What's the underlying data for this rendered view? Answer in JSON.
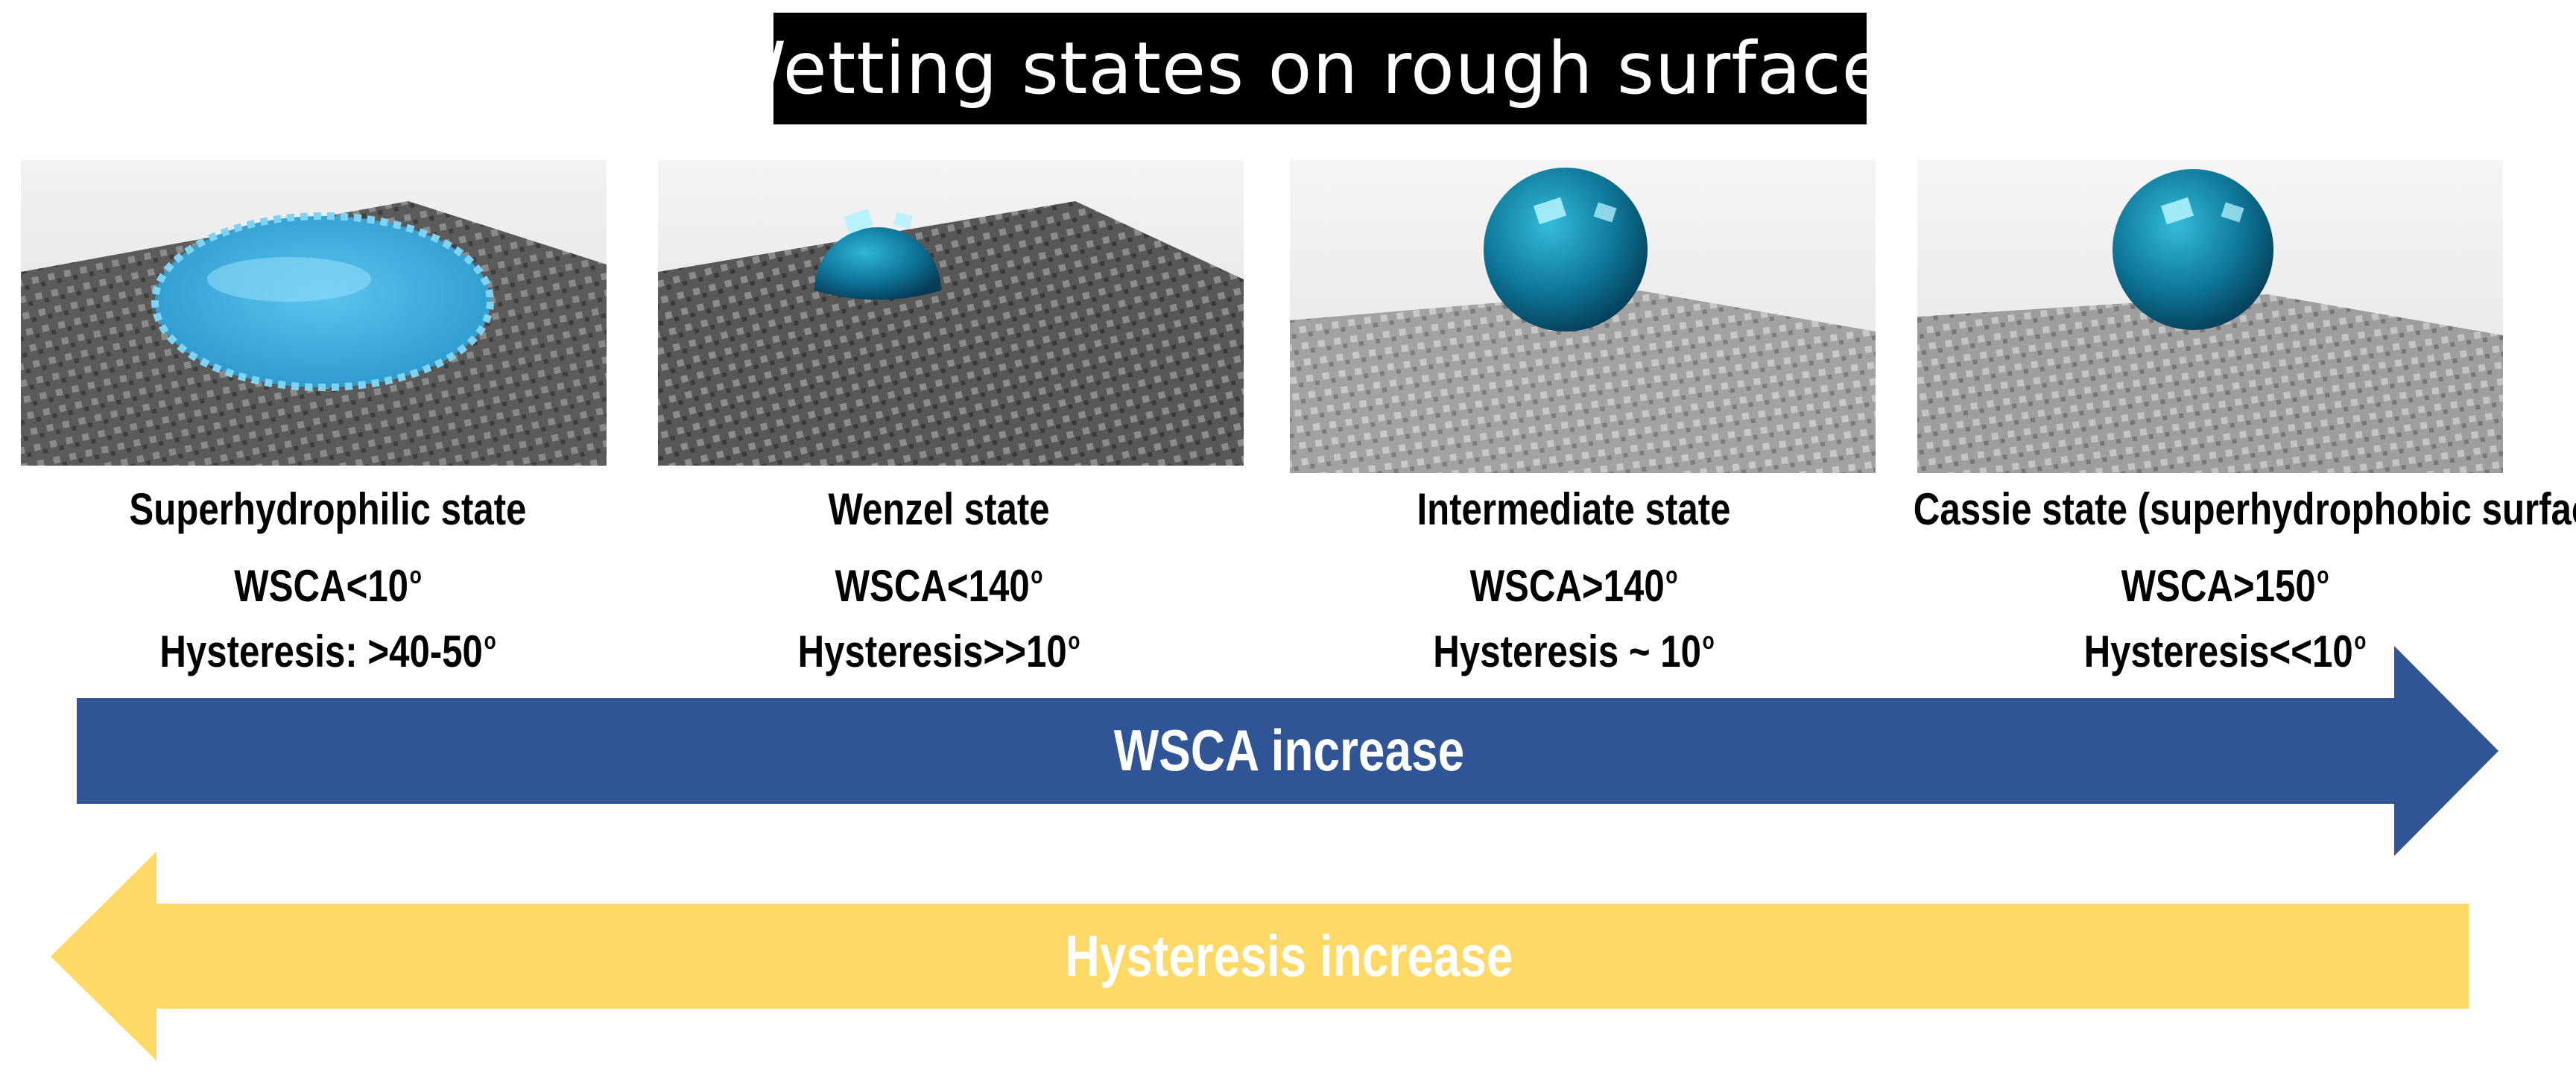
{
  "title": "Wetting states on rough surfaces",
  "states": [
    {
      "name": "Superhydrophilic  state",
      "wsca_prefix": "WSCA<10",
      "hysteresis_prefix": "Hysteresis: >40-50",
      "degree_mark": "o"
    },
    {
      "name": "Wenzel state",
      "wsca_prefix": "WSCA<140",
      "hysteresis_prefix": "Hysteresis>>10",
      "degree_mark": "o"
    },
    {
      "name": "Intermediate state",
      "wsca_prefix": "WSCA>140",
      "hysteresis_prefix": "Hysteresis ~ 10",
      "degree_mark": "o"
    },
    {
      "name": "Cassie state (superhydrophobic surface)",
      "wsca_prefix": "WSCA>150",
      "hysteresis_prefix": "Hysteresis<<10",
      "degree_mark": "o"
    }
  ],
  "arrows": {
    "wsca": {
      "label": "WSCA increase",
      "color": "#2f5597",
      "direction": "right"
    },
    "hysteresis": {
      "label": "Hysteresis increase",
      "color": "#ffd966",
      "direction": "left"
    }
  },
  "colors": {
    "title_background": "#000000",
    "title_text": "#ffffff",
    "droplet": "#0e7fa3",
    "droplet_spread": "#3fb2e0",
    "surface_dark": "#5a5a5a",
    "surface_light": "#b0b0b0"
  }
}
